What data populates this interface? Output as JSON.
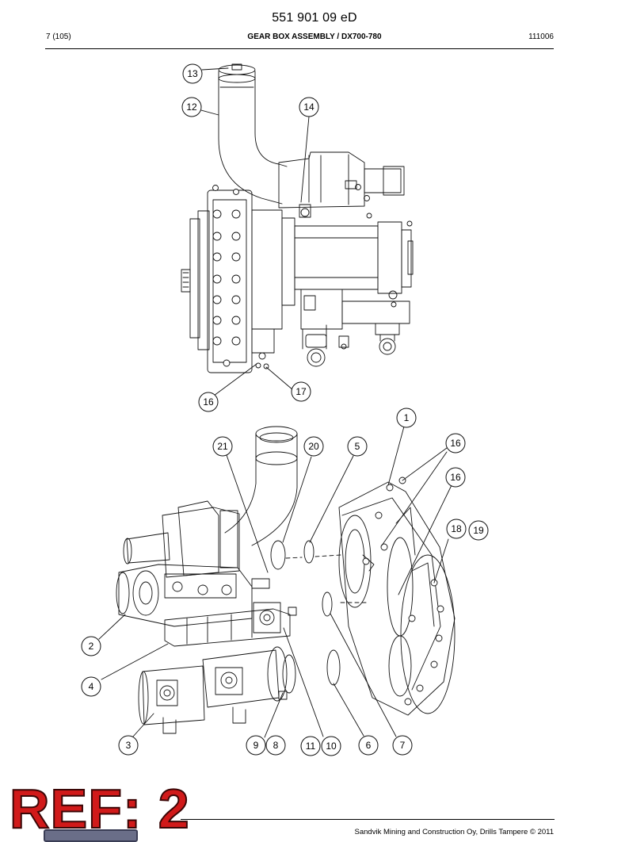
{
  "header": {
    "doc_number": "551 901 09 eD",
    "page": "7 (105)",
    "title": "GEAR BOX ASSEMBLY / DX700-780",
    "date": "111006"
  },
  "callouts": {
    "c1": "1",
    "c2": "2",
    "c3": "3",
    "c4": "4",
    "c5": "5",
    "c6": "6",
    "c7": "7",
    "c8": "8",
    "c9": "9",
    "c10": "10",
    "c11": "11",
    "c12": "12",
    "c13": "13",
    "c14": "14",
    "c16a": "16",
    "c16b": "16",
    "c16c": "16",
    "c17": "17",
    "c18": "18",
    "c19": "19",
    "c20": "20",
    "c21": "21"
  },
  "stamp": {
    "text": "REF: 2"
  },
  "footer": {
    "copyright": "Sandvik Mining and Construction Oy, Drills Tampere © 2011"
  },
  "icons": {
    "logo": "manufacturer-logo"
  }
}
